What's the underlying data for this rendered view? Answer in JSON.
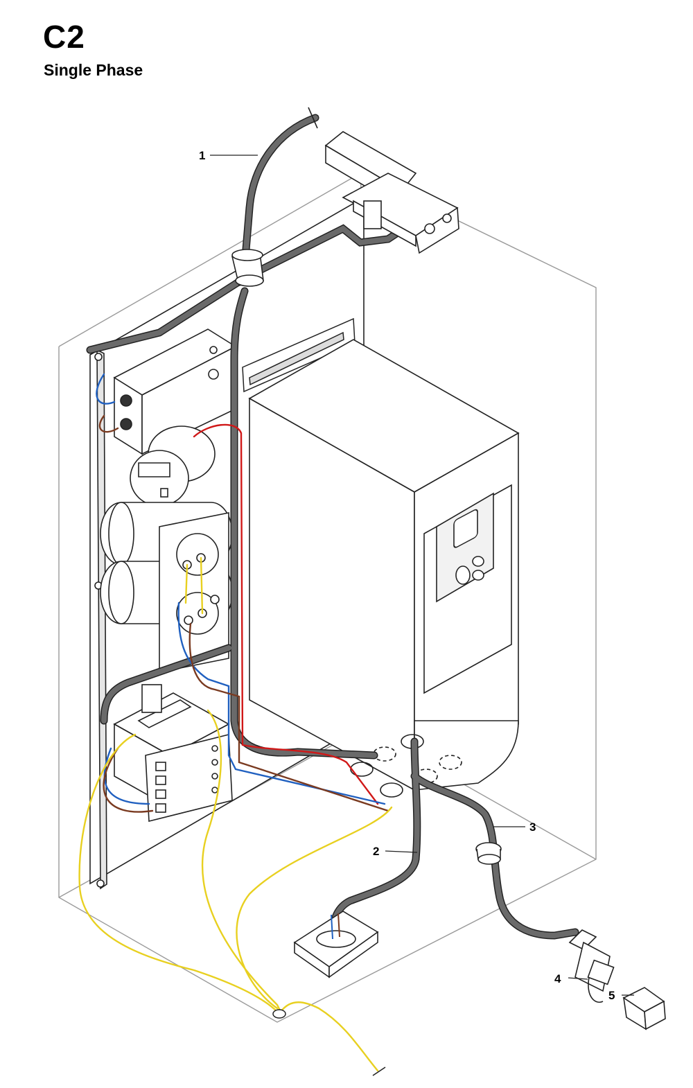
{
  "header": {
    "title": "C2",
    "subtitle": "Single Phase"
  },
  "callouts": [
    {
      "number": "1",
      "part": "main cable"
    },
    {
      "number": "2",
      "part": "cable"
    },
    {
      "number": "3",
      "part": "cable"
    },
    {
      "number": "4",
      "part": "connector hood"
    },
    {
      "number": "5",
      "part": "connector insert"
    }
  ],
  "colors": {
    "outline": "#222222",
    "enclosure": "#9a9a9a",
    "cable": "#5a5a5a",
    "wire_yellow": "#e8d020",
    "wire_red": "#d01818",
    "wire_blue": "#2060c0",
    "wire_brown": "#7a3a20"
  }
}
